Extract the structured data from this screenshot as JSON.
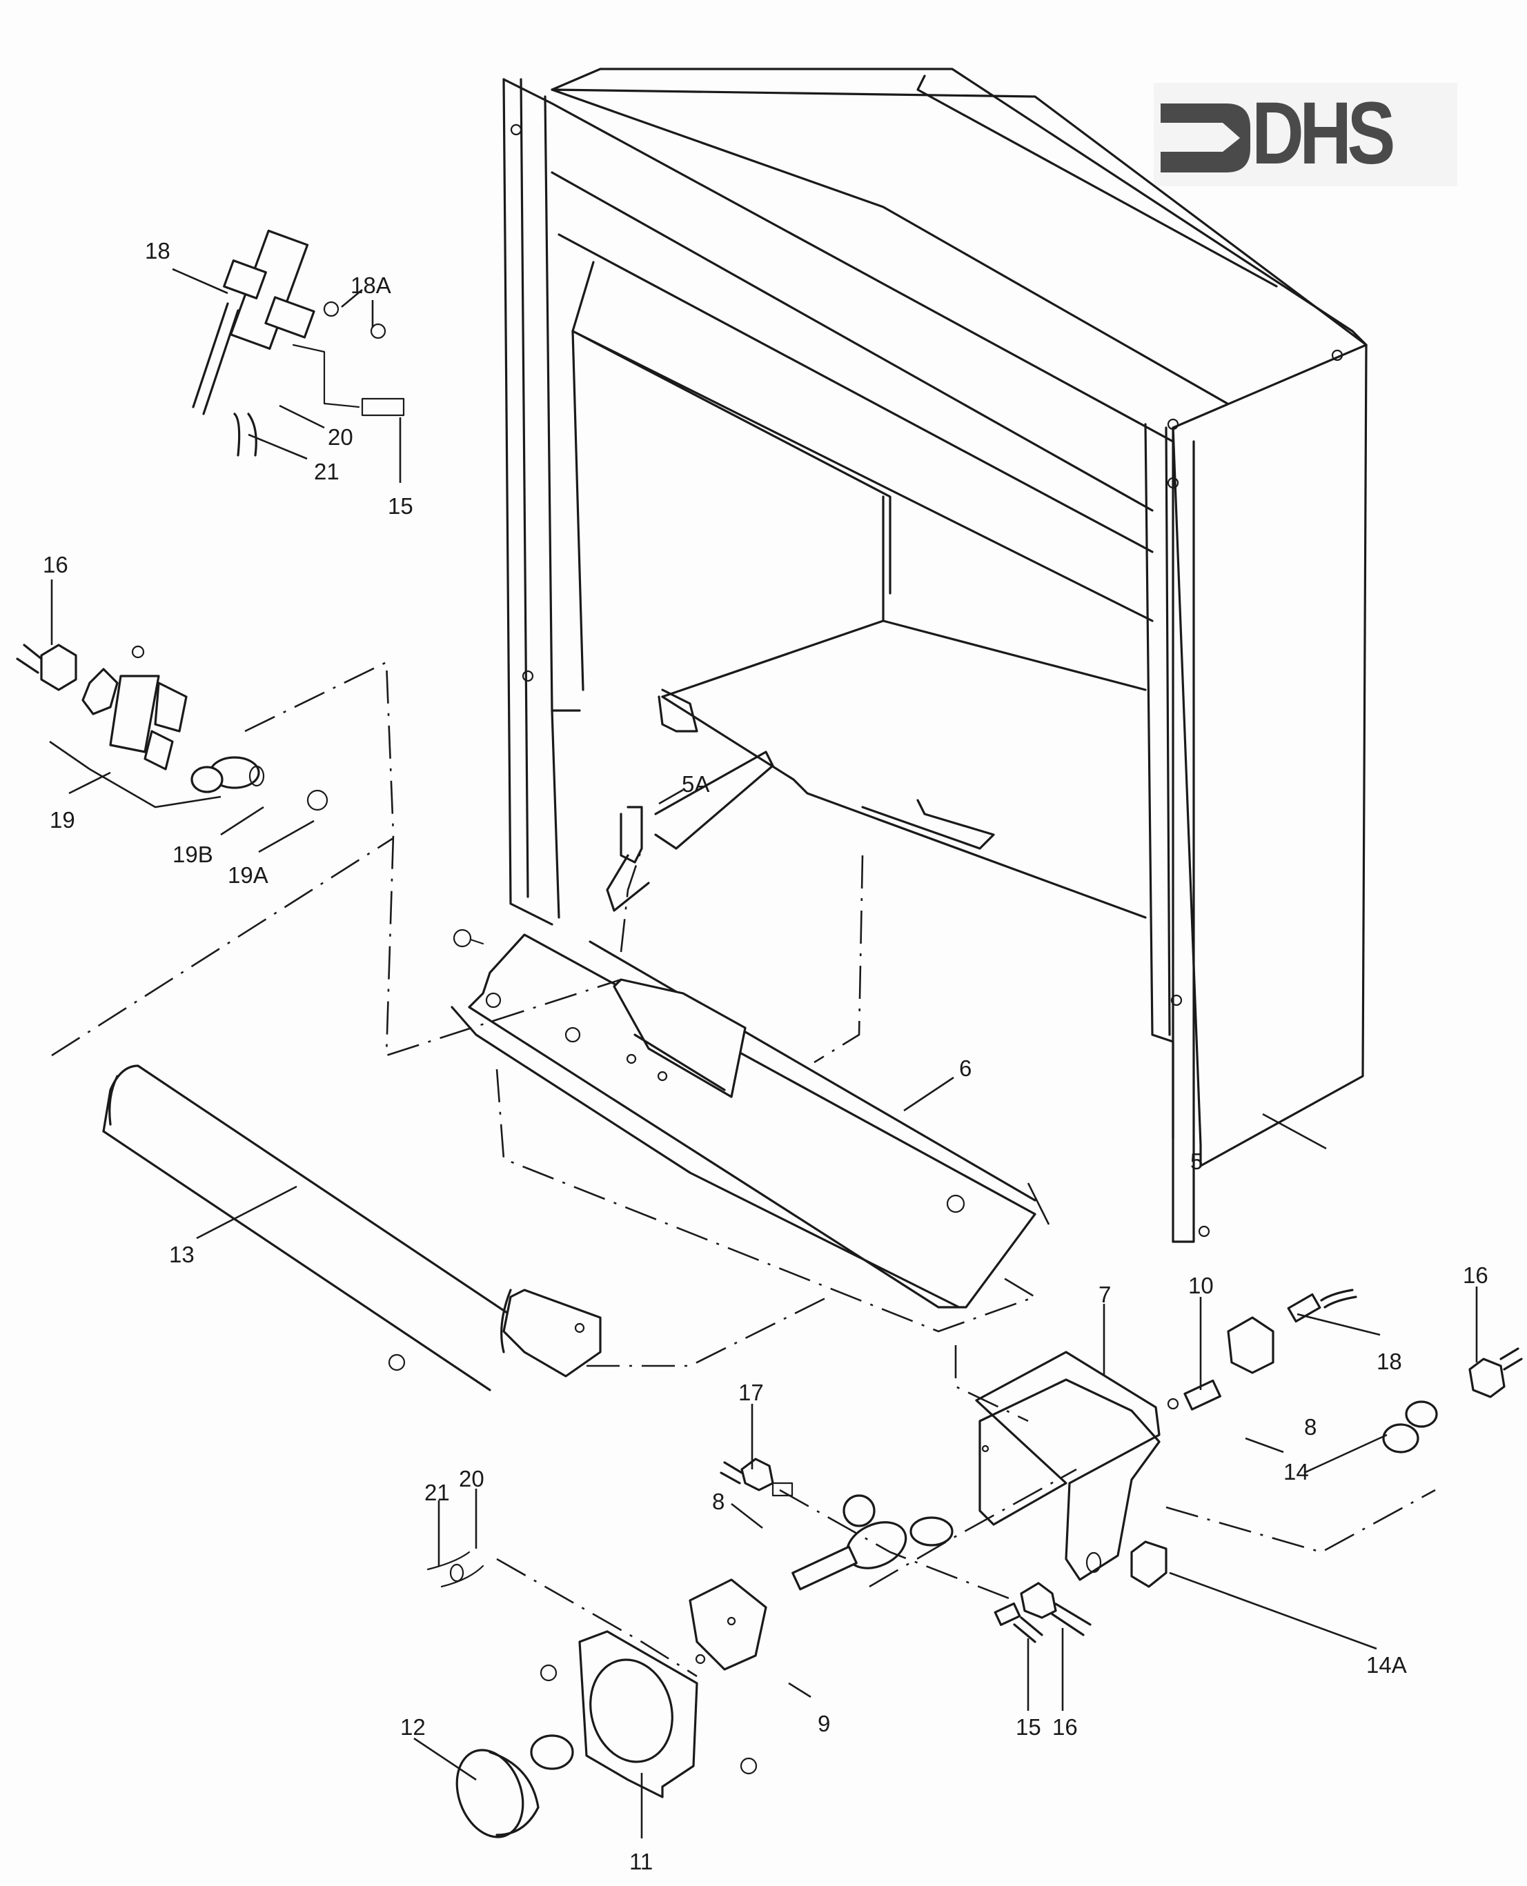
{
  "logo": {
    "brand": "DHS",
    "icon": "arrow-bracket-icon",
    "color": "#4a4a4a"
  },
  "diagram": {
    "type": "exploded-parts-view",
    "subject": "gas fire / fireplace insert assembly",
    "callouts": [
      {
        "id": "c5",
        "label": "5"
      },
      {
        "id": "c5a",
        "label": "5A"
      },
      {
        "id": "c6",
        "label": "6"
      },
      {
        "id": "c7",
        "label": "7"
      },
      {
        "id": "c8a",
        "label": "8"
      },
      {
        "id": "c8b",
        "label": "8"
      },
      {
        "id": "c9",
        "label": "9"
      },
      {
        "id": "c10",
        "label": "10"
      },
      {
        "id": "c11",
        "label": "11"
      },
      {
        "id": "c12",
        "label": "12"
      },
      {
        "id": "c13",
        "label": "13"
      },
      {
        "id": "c14",
        "label": "14"
      },
      {
        "id": "c14a",
        "label": "14A"
      },
      {
        "id": "c15a",
        "label": "15"
      },
      {
        "id": "c15b",
        "label": "15"
      },
      {
        "id": "c16a",
        "label": "16"
      },
      {
        "id": "c16b",
        "label": "16"
      },
      {
        "id": "c16c",
        "label": "16"
      },
      {
        "id": "c17",
        "label": "17"
      },
      {
        "id": "c18a",
        "label": "18"
      },
      {
        "id": "c18b",
        "label": "18"
      },
      {
        "id": "c18c",
        "label": "18A"
      },
      {
        "id": "c19",
        "label": "19"
      },
      {
        "id": "c19a",
        "label": "19A"
      },
      {
        "id": "c19b",
        "label": "19B"
      },
      {
        "id": "c20a",
        "label": "20"
      },
      {
        "id": "c20b",
        "label": "20"
      },
      {
        "id": "c21a",
        "label": "21"
      },
      {
        "id": "c21b",
        "label": "21"
      }
    ]
  }
}
